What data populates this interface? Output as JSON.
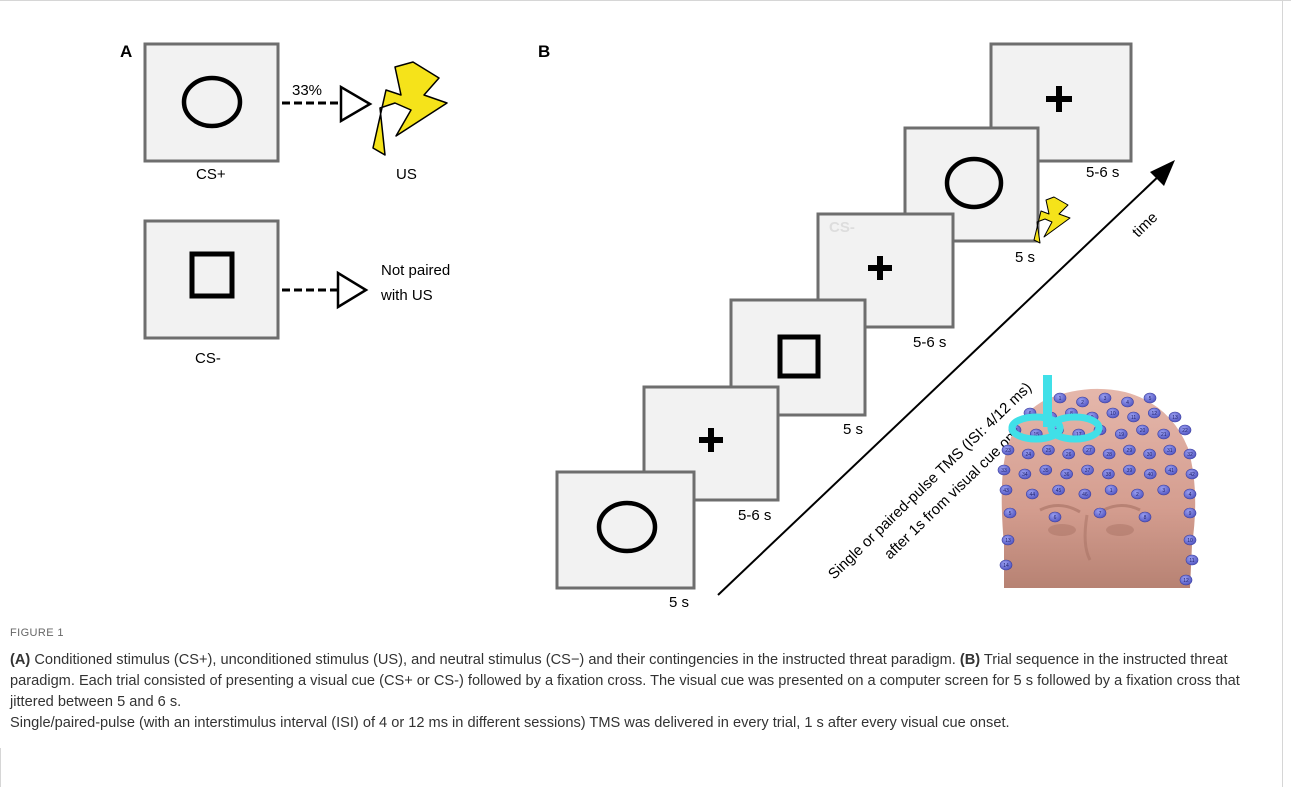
{
  "panelA": {
    "label": "A",
    "cs_plus_label": "CS+",
    "percent_label": "33%",
    "us_label": "US",
    "cs_minus_label": "CS-",
    "not_paired_line1": "Not paired",
    "not_paired_line2": "with US"
  },
  "panelB": {
    "label": "B",
    "durations": [
      "5 s",
      "5-6 s",
      "5 s",
      "5-6 s",
      "5 s",
      "5-6 s"
    ],
    "ghost_label": "CS-",
    "time_label": "time",
    "tms_line1": "Single or paired-pulse TMS (ISI: 4/12 ms)",
    "tms_line2": "after 1s from visual cue onset",
    "electrode_numbers": [
      "1",
      "2",
      "3",
      "4",
      "5",
      "6",
      "7",
      "8",
      "9",
      "10",
      "11",
      "12",
      "13",
      "14",
      "15",
      "16",
      "17",
      "18",
      "19",
      "20",
      "21",
      "22",
      "23",
      "24",
      "25",
      "26",
      "27",
      "28",
      "29",
      "30",
      "31",
      "32",
      "33",
      "34",
      "35",
      "36",
      "37",
      "38",
      "39",
      "40",
      "41",
      "42",
      "43",
      "44",
      "45",
      "46"
    ]
  },
  "caption": {
    "figure_label": "FIGURE 1",
    "a_label": "(A)",
    "a_text": " Conditioned stimulus (CS+), unconditioned stimulus (US), and neutral stimulus (CS−) and their contingencies in the instructed threat paradigm.",
    "b_label": "(B)",
    "b_text1": " Trial sequence in the instructed threat paradigm. Each trial consisted of presenting a visual cue (CS+ or CS-) followed by a fixation cross. The visual cue was presented on a computer screen for 5 s followed by a fixation cross that jittered between 5 and 6 s.",
    "b_text2": "Single/paired-pulse (with an interstimulus interval (ISI) of 4 or 12 ms in different sessions) TMS was delivered in every trial, 1 s after every visual cue onset."
  },
  "colors": {
    "screen_fill": "#f2f2f2",
    "screen_border": "#6e6e6e",
    "bolt": "#f5e31a",
    "coil": "#40e0e8",
    "electrode": "#6b6fd6",
    "skin": "#d9a79c"
  }
}
